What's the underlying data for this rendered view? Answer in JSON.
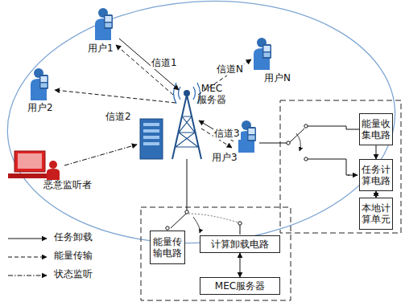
{
  "diagram": {
    "nodes": [
      {
        "text": [
          "能量收集电路"
        ]
      },
      {
        "text": [
          "任务计算电路"
        ]
      },
      {
        "text": [
          "本地计算单元"
        ]
      },
      {
        "text": [
          "能量传输电路"
        ]
      },
      {
        "text": [
          "计算卸载电路"
        ]
      },
      {
        "text": [
          "MEC服务器"
        ]
      }
    ],
    "edges": [
      {
        "from": 0,
        "to": 1,
        "arrow": "to"
      },
      {
        "from": 1,
        "to": 2,
        "arrow": "both"
      },
      {
        "from": 4,
        "to": 5,
        "arrow": "both"
      }
    ],
    "labels": [
      "用户1",
      "用户2",
      "用户N",
      "用户3",
      "恶意监听者",
      "MEC 服务器",
      "信道1",
      "信道2",
      "信道N",
      "信道3"
    ],
    "legend": [
      {
        "text": "任务卸载"
      },
      {
        "text": "能量传输"
      },
      {
        "text": "状态监听"
      }
    ]
  }
}
